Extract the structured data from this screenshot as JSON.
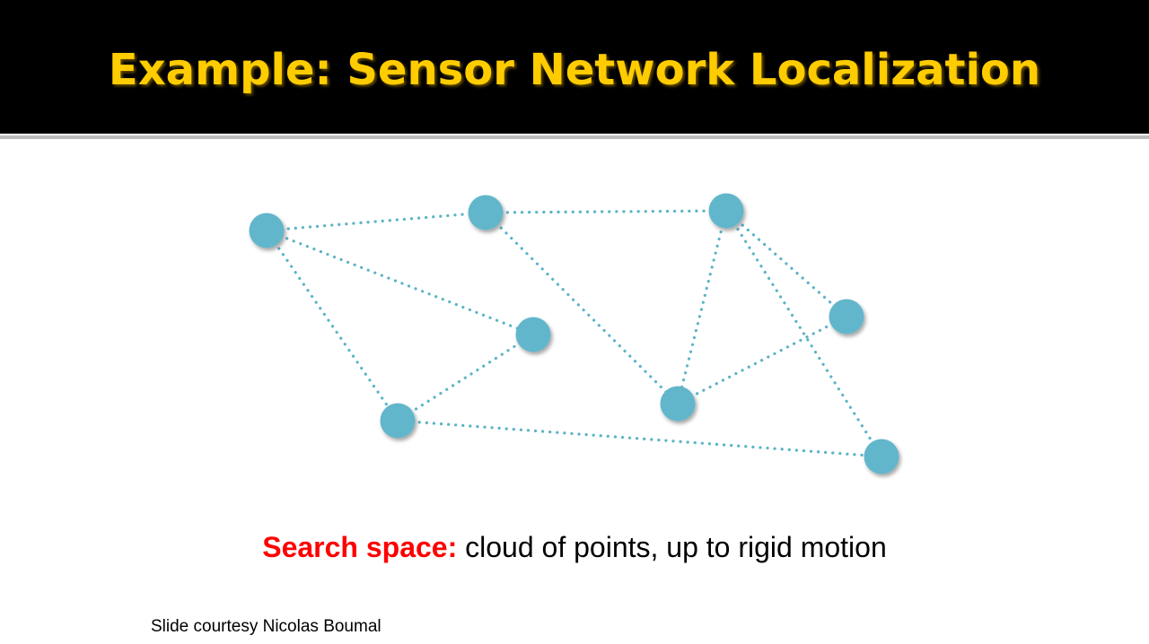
{
  "slide": {
    "title": "Example:  Sensor Network Localization",
    "caption_highlight": "Search space:",
    "caption_text": " cloud of points, up to rigid motion",
    "credit": "Slide courtesy Nicolas Boumal"
  },
  "colors": {
    "node": "#62B6CB",
    "edge": "#5BB3C8",
    "title": "#FFCC00",
    "highlight": "#FF0000"
  },
  "diagram": {
    "nodes": [
      "A",
      "B",
      "C",
      "D",
      "E",
      "F",
      "G",
      "H"
    ],
    "edges": [
      [
        "A",
        "B"
      ],
      [
        "B",
        "C"
      ],
      [
        "A",
        "D"
      ],
      [
        "A",
        "G"
      ],
      [
        "G",
        "D"
      ],
      [
        "G",
        "H"
      ],
      [
        "B",
        "F"
      ],
      [
        "C",
        "F"
      ],
      [
        "C",
        "E"
      ],
      [
        "C",
        "H"
      ],
      [
        "F",
        "E"
      ]
    ]
  }
}
